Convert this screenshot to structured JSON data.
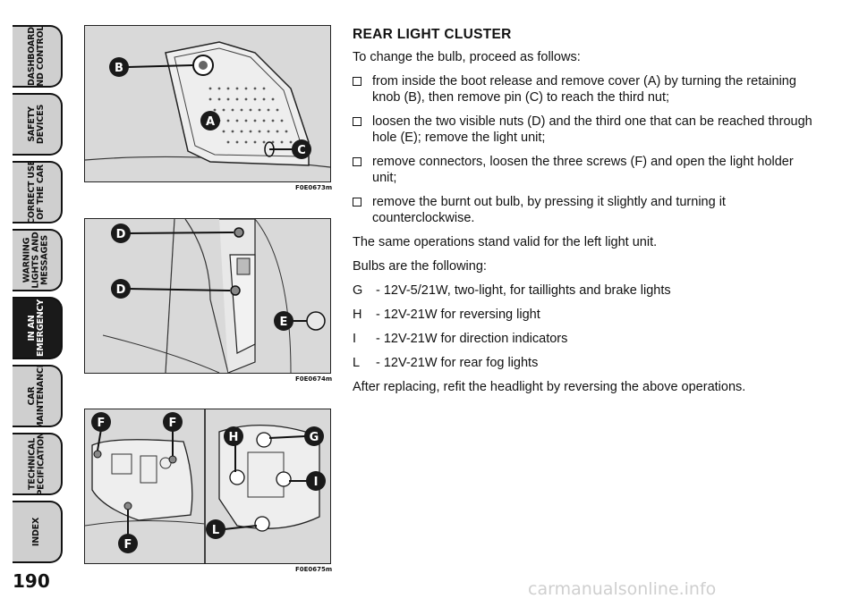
{
  "tabs": [
    {
      "label": "DASHBOARD\nAND CONTROLS",
      "active": false
    },
    {
      "label": "SAFETY\nDEVICES",
      "active": false
    },
    {
      "label": "CORRECT USE\nOF THE CAR",
      "active": false
    },
    {
      "label": "WARNING\nLIGHTS AND\nMESSAGES",
      "active": false
    },
    {
      "label": "IN AN\nEMERGENCY",
      "active": true
    },
    {
      "label": "CAR\nMAINTENANCE",
      "active": false
    },
    {
      "label": "TECHNICAL\nSPECIFICATIONS",
      "active": false
    },
    {
      "label": "INDEX",
      "active": false
    }
  ],
  "page_number": "190",
  "figures": [
    {
      "code": "F0E0673m",
      "callouts": [
        "B",
        "A",
        "C"
      ]
    },
    {
      "code": "F0E0674m",
      "callouts": [
        "D",
        "D",
        "E"
      ]
    },
    {
      "code": "F0E0675m",
      "callouts": [
        "F",
        "F",
        "F",
        "H",
        "G",
        "I",
        "L"
      ]
    }
  ],
  "content": {
    "title": "REAR LIGHT CLUSTER",
    "intro": "To change the bulb, proceed as follows:",
    "steps": [
      "from inside the boot release and remove cover (A) by turning the retaining knob (B), then remove pin (C) to reach the third nut;",
      "loosen the two visible nuts (D) and the third one that can be reached through hole (E); remove the light unit;",
      "remove connectors, loosen the three screws (F) and open the light holder unit;",
      "remove the burnt out bulb, by pressing it slightly and turning it counterclockwise."
    ],
    "same_ops": "The same operations stand valid for the left light unit.",
    "bulbs_intro": "Bulbs are the following:",
    "bulbs": [
      {
        "key": "G",
        "text": "- 12V-5/21W, two-light, for taillights and brake lights"
      },
      {
        "key": "H",
        "text": "- 12V-21W for reversing light"
      },
      {
        "key": "I",
        "text": "- 12V-21W for direction indicators"
      },
      {
        "key": "L",
        "text": "- 12V-21W for rear fog lights"
      }
    ],
    "closing": "After replacing, refit the headlight by reversing the above operations."
  },
  "watermark": "carmanualsonline.info"
}
